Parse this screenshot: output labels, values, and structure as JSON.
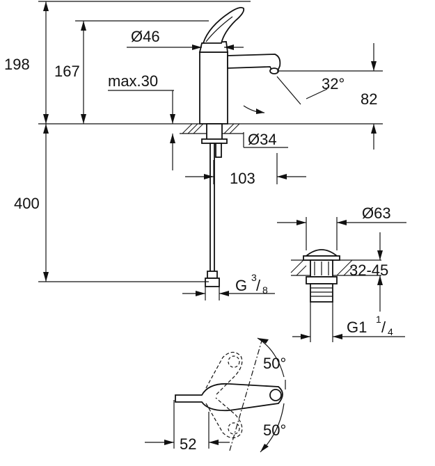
{
  "dimensions": {
    "total_height": "198",
    "spout_height": "167",
    "lever_diameter": "Ø46",
    "max_thickness": "max.30",
    "spout_angle": "32°",
    "spout_clearance": "82",
    "base_diameter": "Ø34",
    "spout_reach": "103",
    "hose_length": "400",
    "hose_thread_main": "G",
    "hose_thread_num": "3",
    "hose_thread_den": "8",
    "waste_diameter": "Ø63",
    "waste_range": "32-45",
    "waste_thread_main": "G1",
    "waste_thread_num": "1",
    "waste_thread_den": "4",
    "lever_angle_up": "50°",
    "lever_angle_down": "50°",
    "lever_offset": "52"
  }
}
